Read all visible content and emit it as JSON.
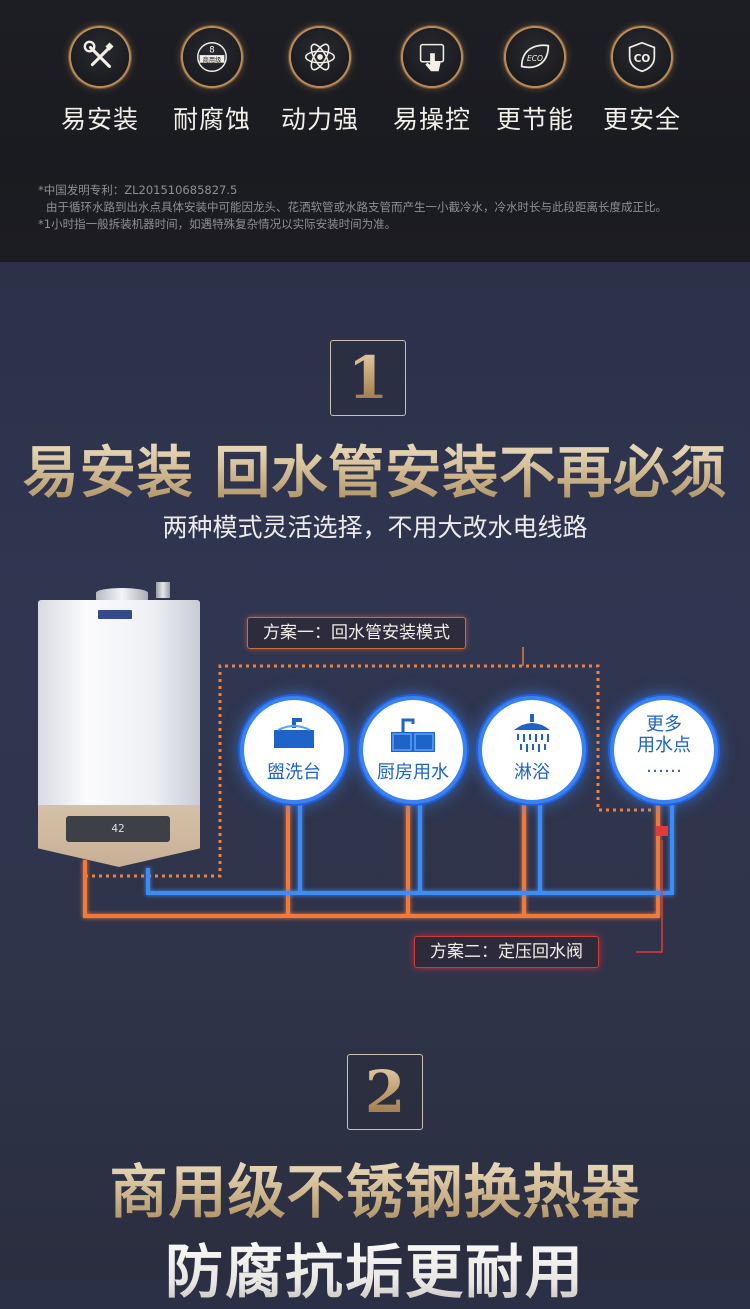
{
  "features": [
    {
      "icon": "wrench-screwdriver-icon",
      "label": "易安装"
    },
    {
      "icon": "commercial-grade-badge-icon",
      "label": "耐腐蚀",
      "badge_text": "商用级"
    },
    {
      "icon": "atom-icon",
      "label": "动力强"
    },
    {
      "icon": "touch-control-icon",
      "label": "易操控"
    },
    {
      "icon": "eco-leaf-icon",
      "label": "更节能"
    },
    {
      "icon": "co-safety-icon",
      "label": "更安全"
    }
  ],
  "notes": [
    "*中国发明专利：ZL201510685827.5",
    "由于循环水路到出水点具体安装中可能因龙头、花洒软管或水路支管而产生一小截冷水，冷水时长与此段距离长度成正比。",
    "*1小时指一般拆装机器时间，如遇特殊复杂情况以实际安装时间为准。"
  ],
  "section1": {
    "number": "1",
    "headline": "易安装 回水管安装不再必须",
    "subline": "两种模式灵活选择，不用大改水电线路",
    "scheme_one": "方案一：回水管安装模式",
    "scheme_two": "方案二：定压回水阀",
    "heater_display": "42",
    "fixtures": [
      {
        "icon": "wash-basin-icon",
        "label": "盥洗台"
      },
      {
        "icon": "kitchen-sink-icon",
        "label": "厨房用水"
      },
      {
        "icon": "shower-head-icon",
        "label": "淋浴"
      },
      {
        "label": "更多\n用水点\n……"
      }
    ]
  },
  "section2": {
    "number": "2",
    "headline": "商用级不锈钢换热器",
    "headline2": "防腐抗垢更耐用"
  },
  "colors": {
    "gold": "#c9a26a",
    "hot_pipe": "#f07a3a",
    "cold_pipe": "#3c8cf5",
    "fixture_text": "#1d63c8"
  }
}
